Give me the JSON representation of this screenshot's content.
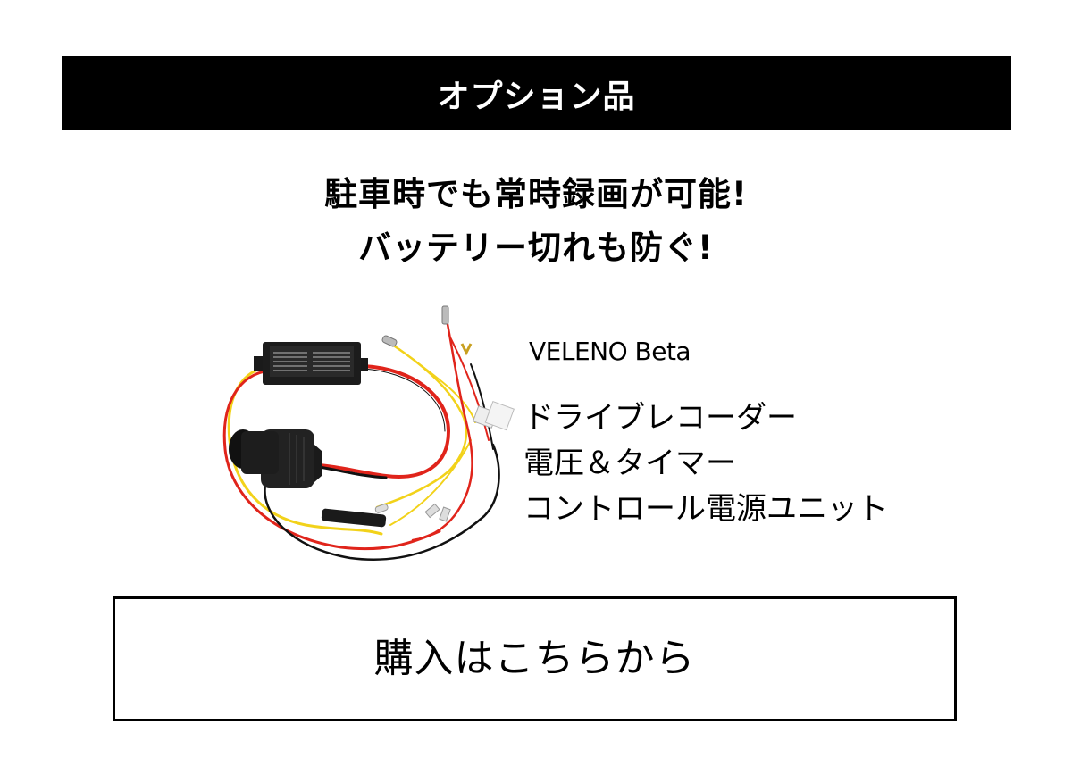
{
  "header": {
    "title": "オプション品",
    "background": "#000000",
    "text_color": "#ffffff"
  },
  "headline": {
    "line1": "駐車時でも常時録画が可能!",
    "line2": "バッテリー切れも防ぐ!"
  },
  "product": {
    "image_alt": "drive-recorder power control unit with cigarette socket and wiring",
    "name": "VELENO Beta",
    "description": [
      "ドライブレコーダー",
      "電圧＆タイマー",
      "コントロール電源ユニット"
    ],
    "wire_colors": {
      "red": "#e0241b",
      "yellow": "#f2d21a",
      "black": "#111111"
    }
  },
  "cta": {
    "label": "購入はこちらから"
  }
}
